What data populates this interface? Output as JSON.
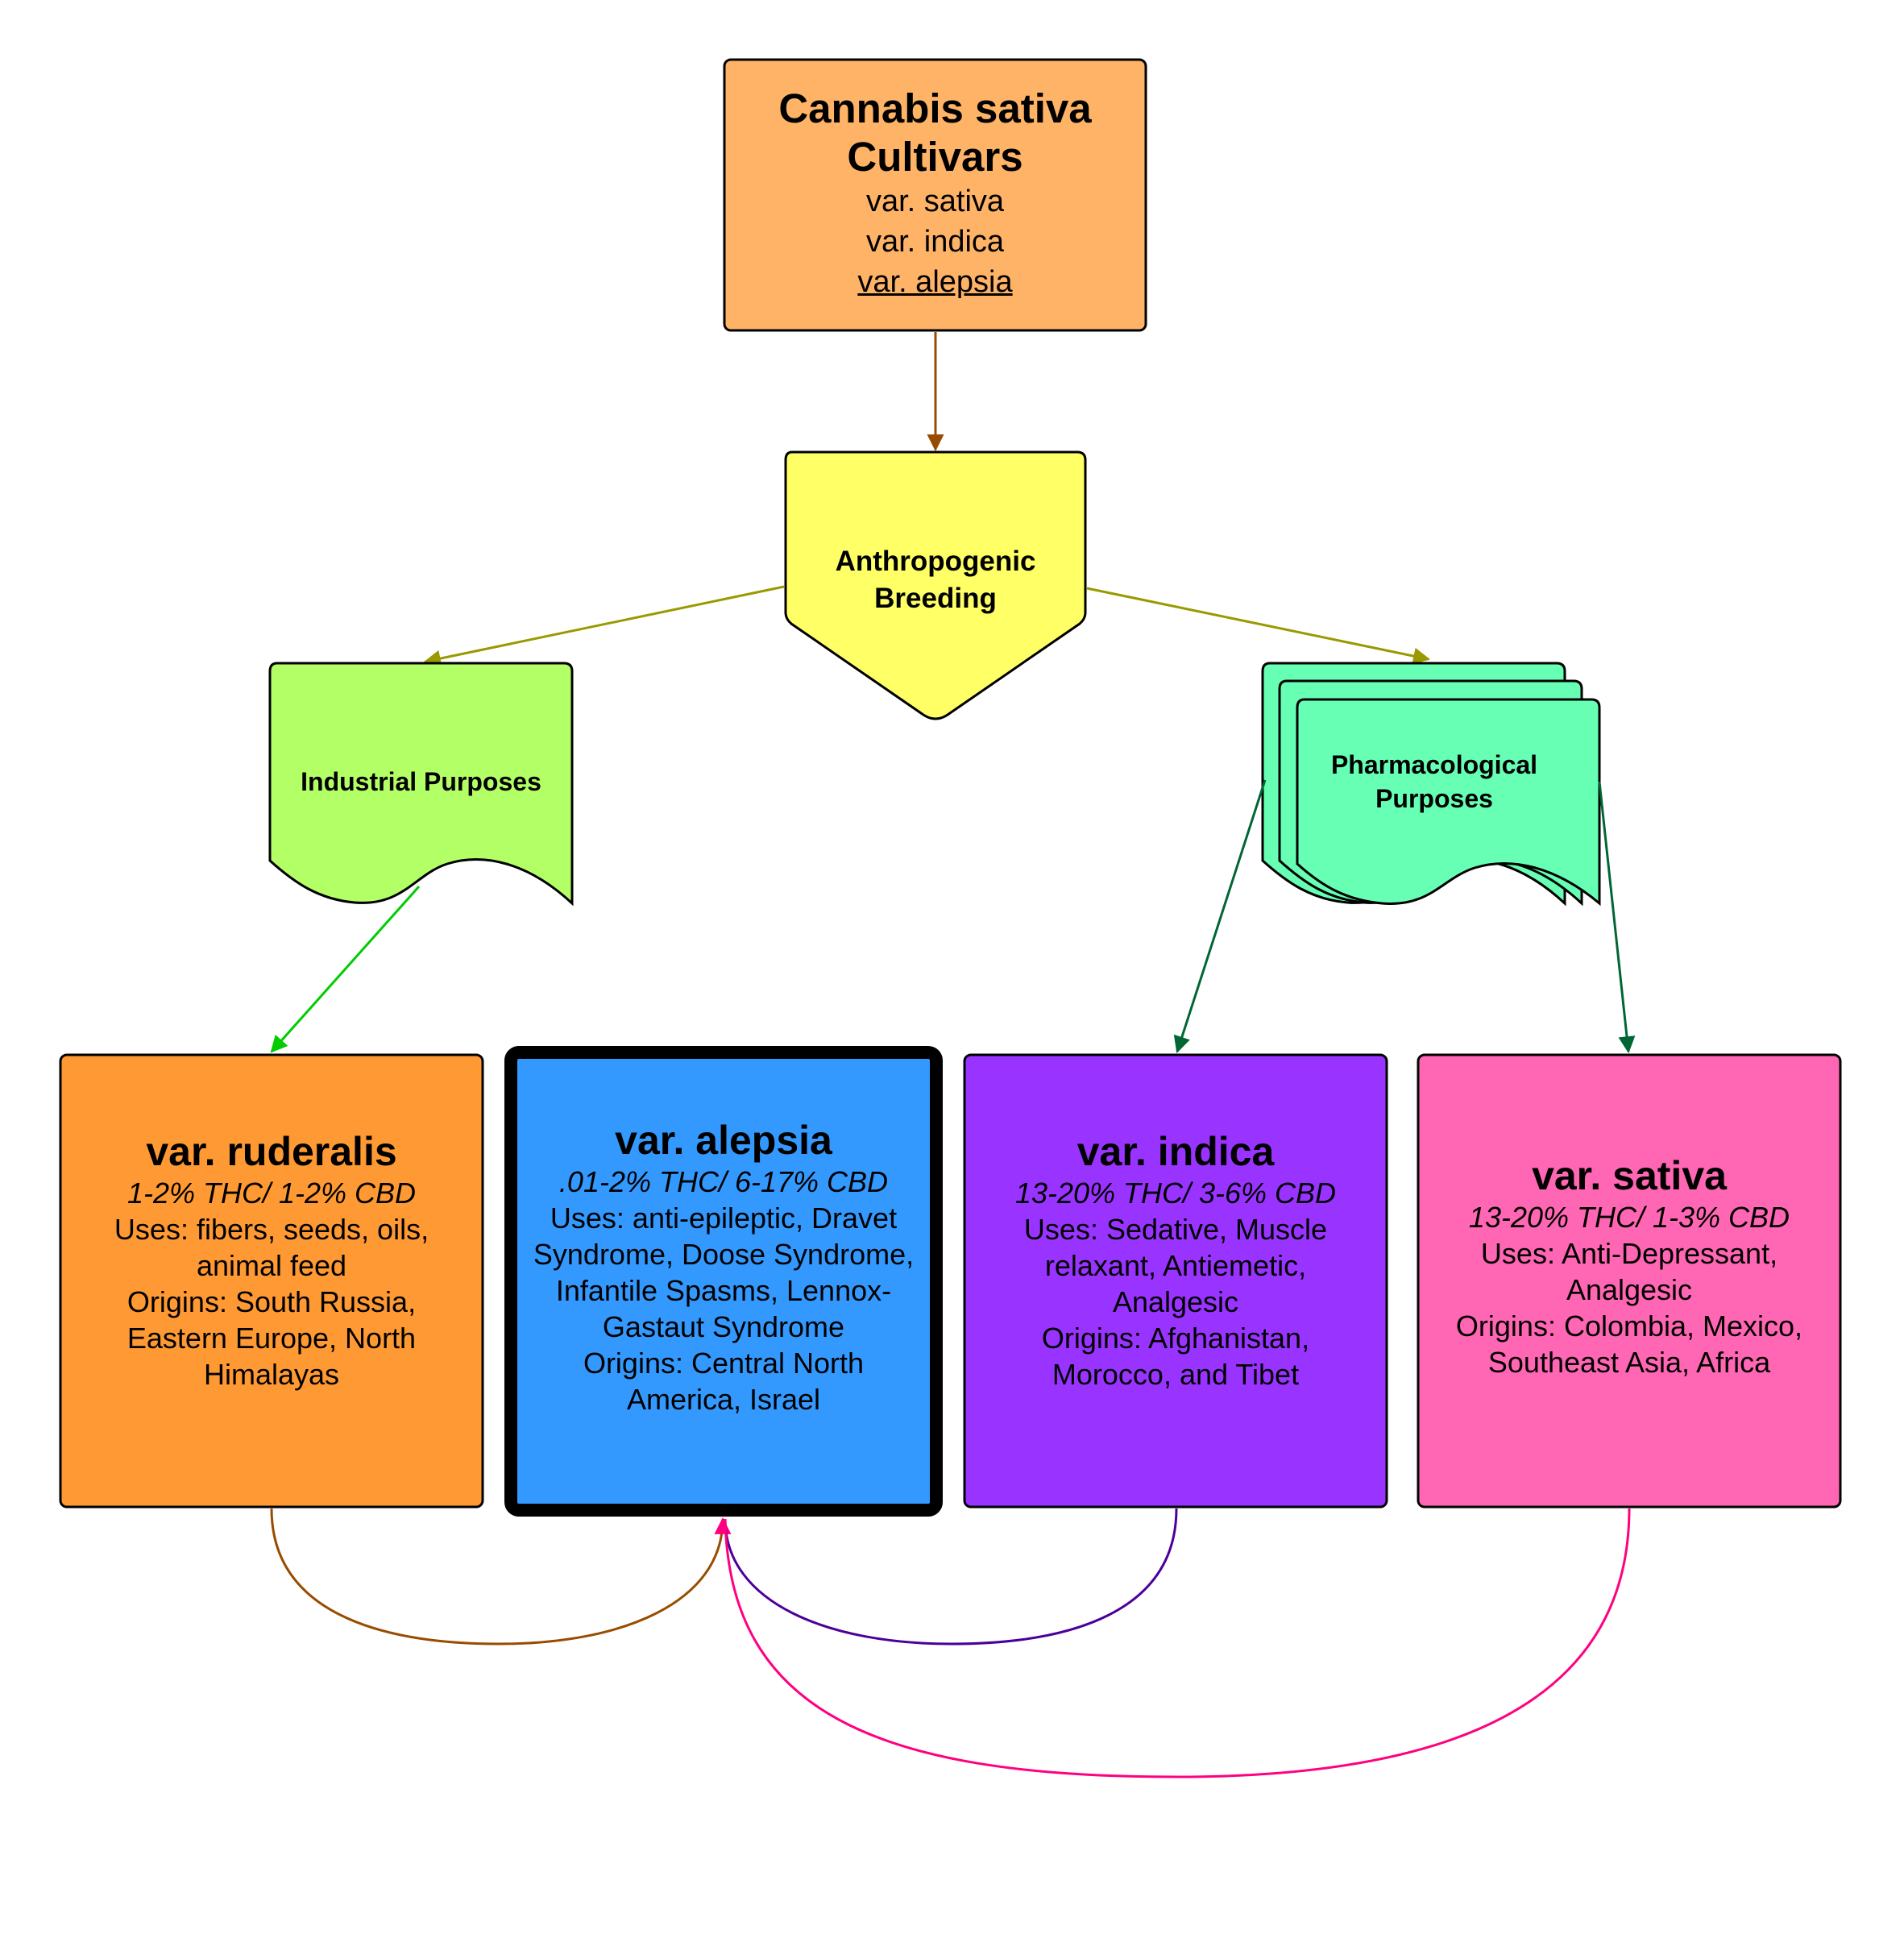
{
  "root": {
    "title": "Cannabis sativa Cultivars",
    "lines": [
      "var. sativa",
      "var. indica"
    ],
    "underlined": "var. alepsia"
  },
  "breeding": {
    "label": "Anthropogenic Breeding"
  },
  "industrial": {
    "label": "Industrial Purposes"
  },
  "pharma": {
    "label": "Pharmacological Purposes"
  },
  "cards": [
    {
      "id": "ruderalis",
      "title": "var. ruderalis",
      "ratio": "1-2% THC/ 1-2% CBD",
      "uses": "Uses: fibers, seeds, oils, animal feed",
      "origins": "Origins: South Russia, Eastern Europe, North Himalayas",
      "color": "#FF9933"
    },
    {
      "id": "alepsia",
      "title": "var. alepsia",
      "ratio": ".01-2% THC/ 6-17% CBD",
      "uses": "Uses: anti-epileptic, Dravet Syndrome, Doose Syndrome, Infantile Spasms, Lennox-Gastaut Syndrome",
      "origins": "Origins: Central North America, Israel",
      "color": "#3399FF"
    },
    {
      "id": "indica",
      "title": "var. indica",
      "ratio": "13-20% THC/ 3-6% CBD",
      "uses": "Uses: Sedative, Muscle relaxant, Antiemetic, Analgesic",
      "origins": "Origins: Afghanistan, Morocco, and Tibet",
      "color": "#9933FF"
    },
    {
      "id": "sativa",
      "title": "var. sativa",
      "ratio": "13-20% THC/ 1-3% CBD",
      "uses": "Uses: Anti-Depressant, Analgesic",
      "origins": "Origins: Colombia, Mexico, Southeast Asia, Africa",
      "color": "#FF66B3"
    }
  ],
  "colors": {
    "root_fill": "#FFB366",
    "breeding_fill": "#FFFF66",
    "industrial_fill": "#B3FF66",
    "pharma_fill": "#66FFB3",
    "arrow_root": "#994C00",
    "arrow_breeding": "#999900",
    "arrow_industrial": "#00CC00",
    "arrow_pharma": "#006633",
    "curve_ruderalis": "#994C00",
    "curve_indica": "#4C0099",
    "curve_sativa": "#FF0080"
  }
}
